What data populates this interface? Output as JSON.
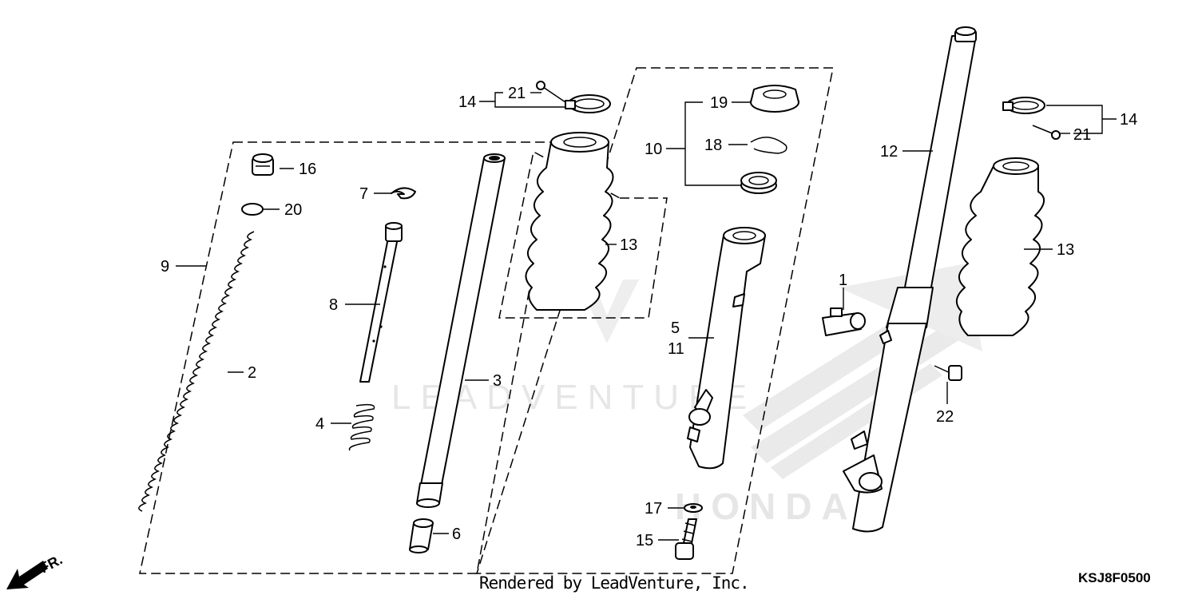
{
  "diagram": {
    "callouts": {
      "c1": "1",
      "c2": "2",
      "c3": "3",
      "c4": "4",
      "c5": "5",
      "c6": "6",
      "c7": "7",
      "c8": "8",
      "c9": "9",
      "c10": "10",
      "c11": "11",
      "c12": "12",
      "c13a": "13",
      "c13b": "13",
      "c14a": "14",
      "c14b": "14",
      "c15": "15",
      "c16": "16",
      "c17": "17",
      "c18": "18",
      "c19": "19",
      "c20": "20",
      "c21a": "21",
      "c21b": "21",
      "c22": "22"
    },
    "direction_label": "FR.",
    "watermark_text": "LEADVENTURE",
    "brand_watermark": "HONDA"
  },
  "footer": {
    "rendered_by": "Rendered by LeadVenture, Inc.",
    "diagram_code": "KSJ8F0500"
  }
}
